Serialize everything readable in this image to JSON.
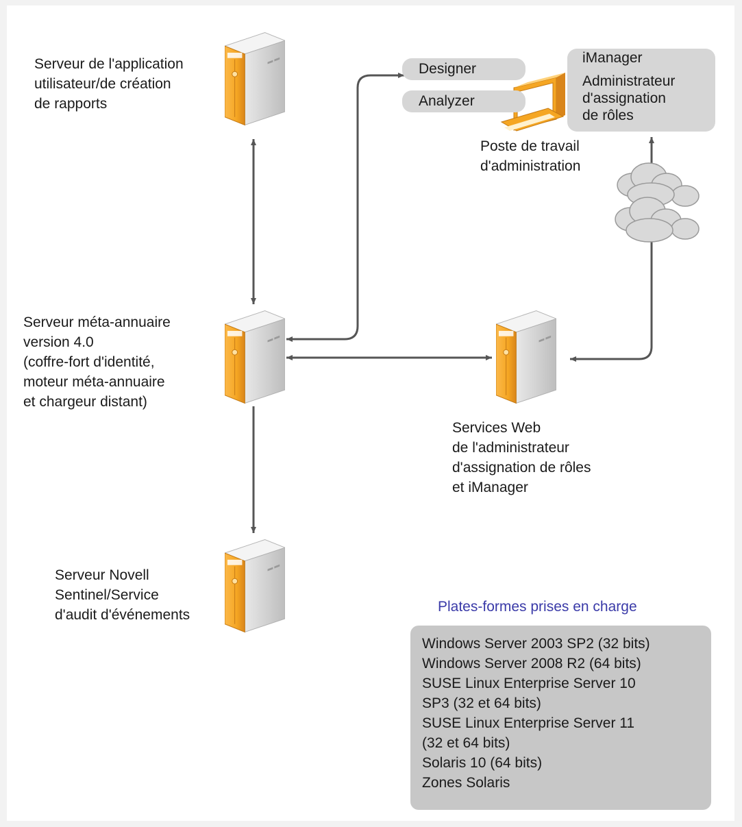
{
  "nodes": {
    "app_server": {
      "label": "Serveur de l'application\nutilisateur/de création\nde rapports",
      "icon": "server-tower-icon"
    },
    "meta_server": {
      "label": "Serveur méta-annuaire\nversion 4.0\n(coffre-fort d'identité,\nmoteur méta-annuaire\net chargeur distant)",
      "icon": "server-tower-icon"
    },
    "sentinel_server": {
      "label": "Serveur Novell\nSentinel/Service\nd'audit d'événements",
      "icon": "server-tower-icon"
    },
    "web_services": {
      "label": "Services Web\nde l'administrateur\nd'assignation de rôles\net iManager",
      "icon": "server-tower-icon"
    },
    "workstation": {
      "label": "Poste de travail\nd'administration",
      "icon": "workstation-icon"
    },
    "cloud": {
      "icon": "cloud-icon"
    }
  },
  "workstation_tools": {
    "designer": "Designer",
    "analyzer": "Analyzer",
    "imanager": "iManager",
    "role_admin": "Administrateur\nd'assignation\nde rôles"
  },
  "platforms": {
    "title": "Plates-formes prises en charge",
    "items": [
      "Windows Server 2003 SP2 (32 bits)",
      "Windows Server 2008 R2 (64 bits)",
      "SUSE Linux Enterprise Server 10\n SP3 (32 et 64 bits)",
      "SUSE Linux Enterprise Server 11\n (32 et 64 bits)",
      "Solaris 10 (64 bits)",
      "Zones Solaris"
    ]
  },
  "colors": {
    "server_orange": "#f5a623",
    "server_gray": "#dcdcdc",
    "arrow": "#555555",
    "title_blue": "#3a3aa8",
    "panel_gray": "#c7c7c7"
  }
}
